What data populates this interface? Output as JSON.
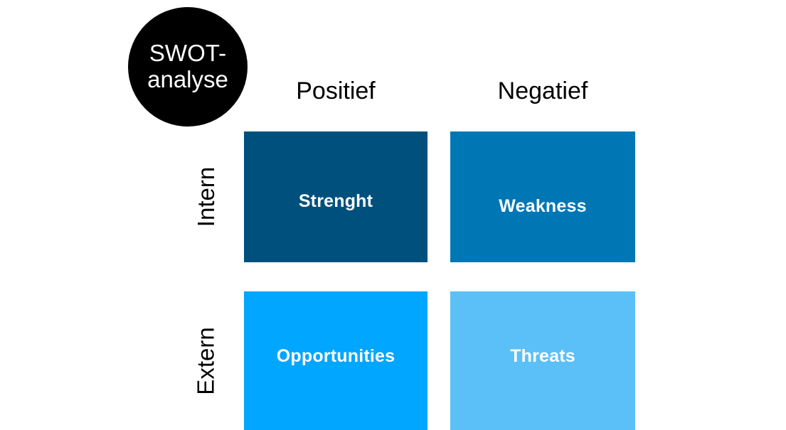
{
  "badge": {
    "label": "SWOT-\nanalyse",
    "background": "#000000",
    "text_color": "#ffffff"
  },
  "matrix": {
    "column_headers": [
      {
        "label": "Positief"
      },
      {
        "label": "Negatief"
      }
    ],
    "row_headers": [
      {
        "label": "Intern"
      },
      {
        "label": "Extern"
      }
    ],
    "quadrants": [
      {
        "label": "Strenght",
        "color": "#00507e",
        "text_color": "#ffffff",
        "row": "Intern",
        "column": "Positief"
      },
      {
        "label": "Weakness",
        "color": "#0077b5",
        "text_color": "#ffffff",
        "row": "Intern",
        "column": "Negatief"
      },
      {
        "label": "Opportunities",
        "color": "#00a6ff",
        "text_color": "#ffffff",
        "row": "Extern",
        "column": "Positief"
      },
      {
        "label": "Threats",
        "color": "#5bc0f8",
        "text_color": "#ffffff",
        "row": "Extern",
        "column": "Negatief"
      }
    ]
  },
  "page": {
    "background": "#ffffff"
  }
}
